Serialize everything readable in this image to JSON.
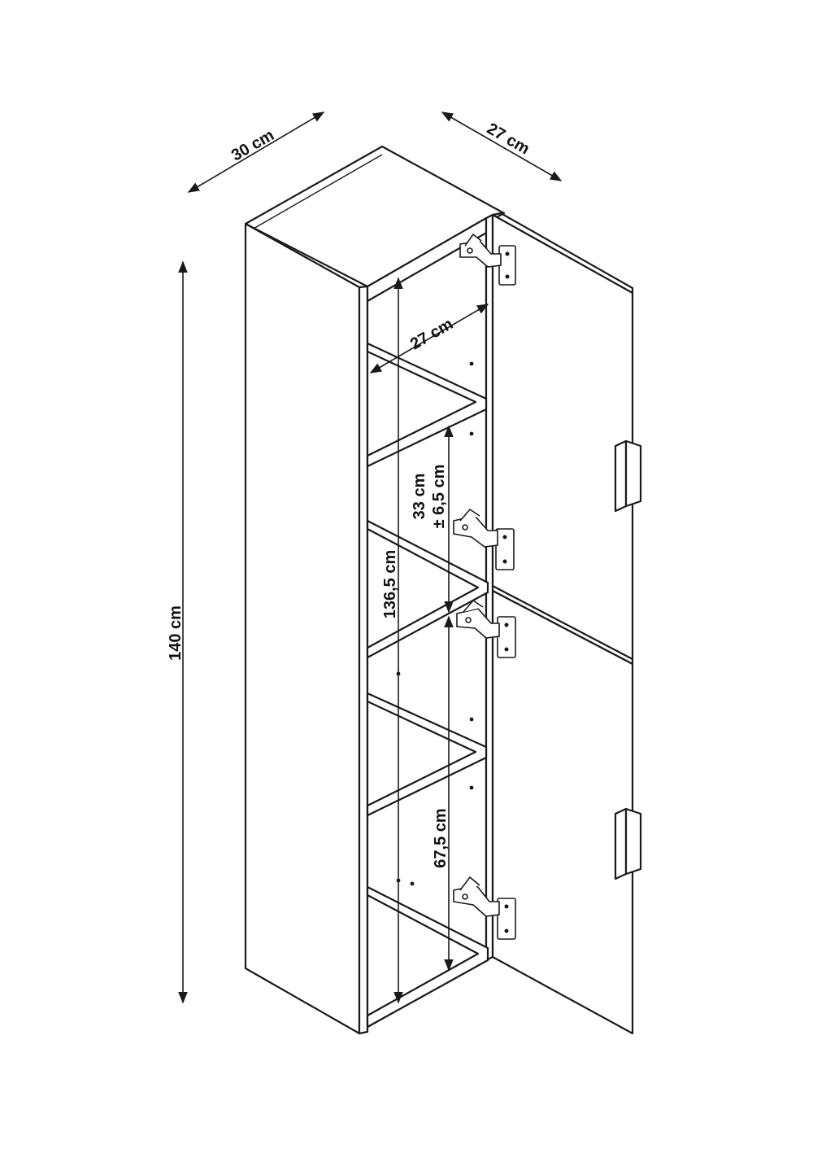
{
  "dimensions": {
    "width_top": "30 cm",
    "depth_top": "27 cm",
    "total_height": "140 cm",
    "inner_depth": "27 cm",
    "inner_height": "136,5 cm",
    "shelf_spacing_line1": "33 cm",
    "shelf_spacing_line2": "± 6,5 cm",
    "lower_height": "67,5 cm"
  },
  "colors": {
    "line": "#1a1a1a",
    "background": "#ffffff"
  }
}
